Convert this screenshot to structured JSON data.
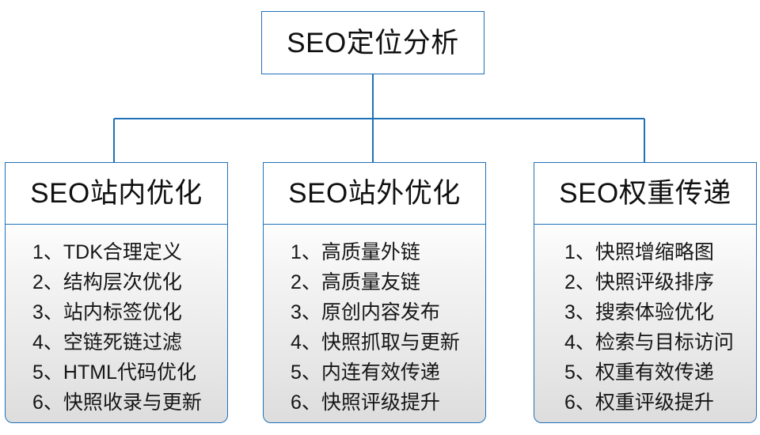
{
  "diagram": {
    "title": "SEO定位分析",
    "type": "org-chart",
    "accent_color": "#1f71b8",
    "header_fill": "#ffffff",
    "body_fill_top": "#fdfdfd",
    "body_fill_bottom": "#dddddd",
    "text_color": "#101010",
    "root": {
      "label": "SEO定位分析"
    },
    "branches": [
      {
        "id": "on-site",
        "header": "SEO站内优化",
        "items": [
          {
            "index": "1、",
            "text": "TDK合理定义"
          },
          {
            "index": "2、",
            "text": "结构层次优化"
          },
          {
            "index": "3、",
            "text": "站内标签优化"
          },
          {
            "index": "4、",
            "text": "空链死链过滤"
          },
          {
            "index": "5、",
            "text": "HTML代码优化"
          },
          {
            "index": "6、",
            "text": "快照收录与更新"
          }
        ]
      },
      {
        "id": "off-site",
        "header": "SEO站外优化",
        "items": [
          {
            "index": "1、",
            "text": "高质量外链"
          },
          {
            "index": "2、",
            "text": "高质量友链"
          },
          {
            "index": "3、",
            "text": "原创内容发布"
          },
          {
            "index": "4、",
            "text": "快照抓取与更新"
          },
          {
            "index": "5、",
            "text": "内连有效传递"
          },
          {
            "index": "6、",
            "text": "快照评级提升"
          }
        ]
      },
      {
        "id": "weight-transfer",
        "header": "SEO权重传递",
        "items": [
          {
            "index": "1、",
            "text": "快照增缩略图"
          },
          {
            "index": "2、",
            "text": "快照评级排序"
          },
          {
            "index": "3、",
            "text": "搜索体验优化"
          },
          {
            "index": "4、",
            "text": "检索与目标访问"
          },
          {
            "index": "5、",
            "text": "权重有效传递"
          },
          {
            "index": "6、",
            "text": "权重评级提升"
          }
        ]
      }
    ]
  }
}
